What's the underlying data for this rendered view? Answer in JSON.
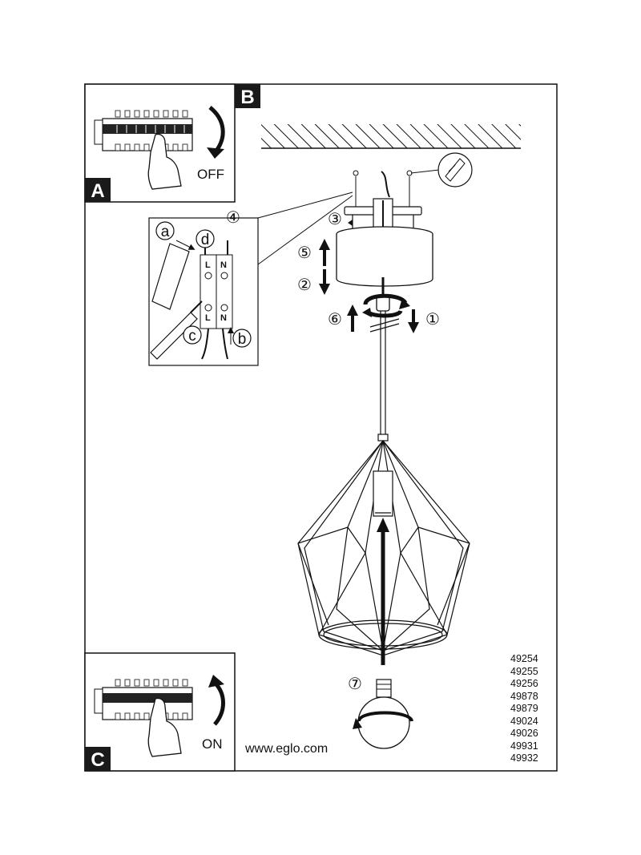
{
  "panels": {
    "a": {
      "letter": "A",
      "switch_label": "OFF"
    },
    "b": {
      "letter": "B"
    },
    "c": {
      "letter": "C",
      "switch_label": "ON"
    }
  },
  "terminals": {
    "live": "L",
    "neutral": "N"
  },
  "detail": {
    "sub_labels": {
      "a": "a",
      "b": "b",
      "c": "c",
      "d": "d"
    }
  },
  "steps": {
    "s1": "①",
    "s2": "②",
    "s3": "③",
    "s4": "④",
    "s5": "⑤",
    "s6": "⑥",
    "s7": "⑦"
  },
  "website": "www.eglo.com",
  "product_codes": [
    "49254",
    "49255",
    "49256",
    "49878",
    "49879",
    "49024",
    "49026",
    "49931",
    "49932"
  ],
  "colors": {
    "ink": "#111111",
    "paper": "#ffffff",
    "badge": "#1a1a1a"
  }
}
